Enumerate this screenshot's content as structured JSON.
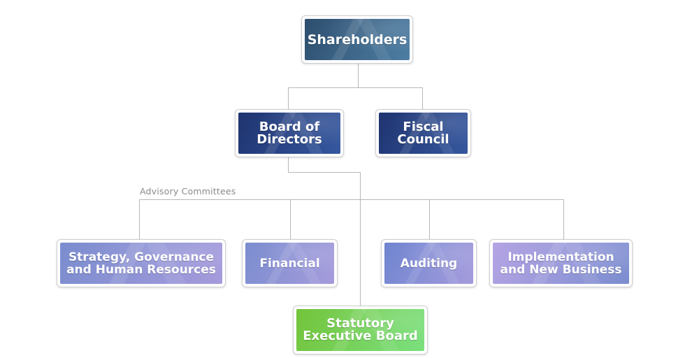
{
  "nodes": {
    "shareholders": {
      "label": "Shareholders",
      "color_from": "#2d4e6e",
      "color_to": "#4e7ea4"
    },
    "board": {
      "label": "Board of\nDirectors",
      "color_from": "#1f3470",
      "color_to": "#36589f"
    },
    "fiscal": {
      "label": "Fiscal\nCouncil",
      "color_from": "#1f3470",
      "color_to": "#36589f"
    },
    "strategy": {
      "label": "Strategy, Governance\nand Human Resources",
      "color_from": "#7b8dcf",
      "color_to": "#a59bdc"
    },
    "financial": {
      "label": "Financial",
      "color_from": "#7b8dcf",
      "color_to": "#a59bdc"
    },
    "auditing": {
      "label": "Auditing",
      "color_from": "#6f85d0",
      "color_to": "#a59bdc"
    },
    "implementation": {
      "label": "Implementation\nand New Business",
      "color_from": "#b5a4e4",
      "color_to": "#7b8dcf"
    },
    "statutory": {
      "label": "Statutory\nExecutive Board",
      "color_from": "#73c43a",
      "color_to": "#7be07f"
    }
  },
  "advisory_label": "Advisory Committees",
  "line_color": "#b7b7b7"
}
